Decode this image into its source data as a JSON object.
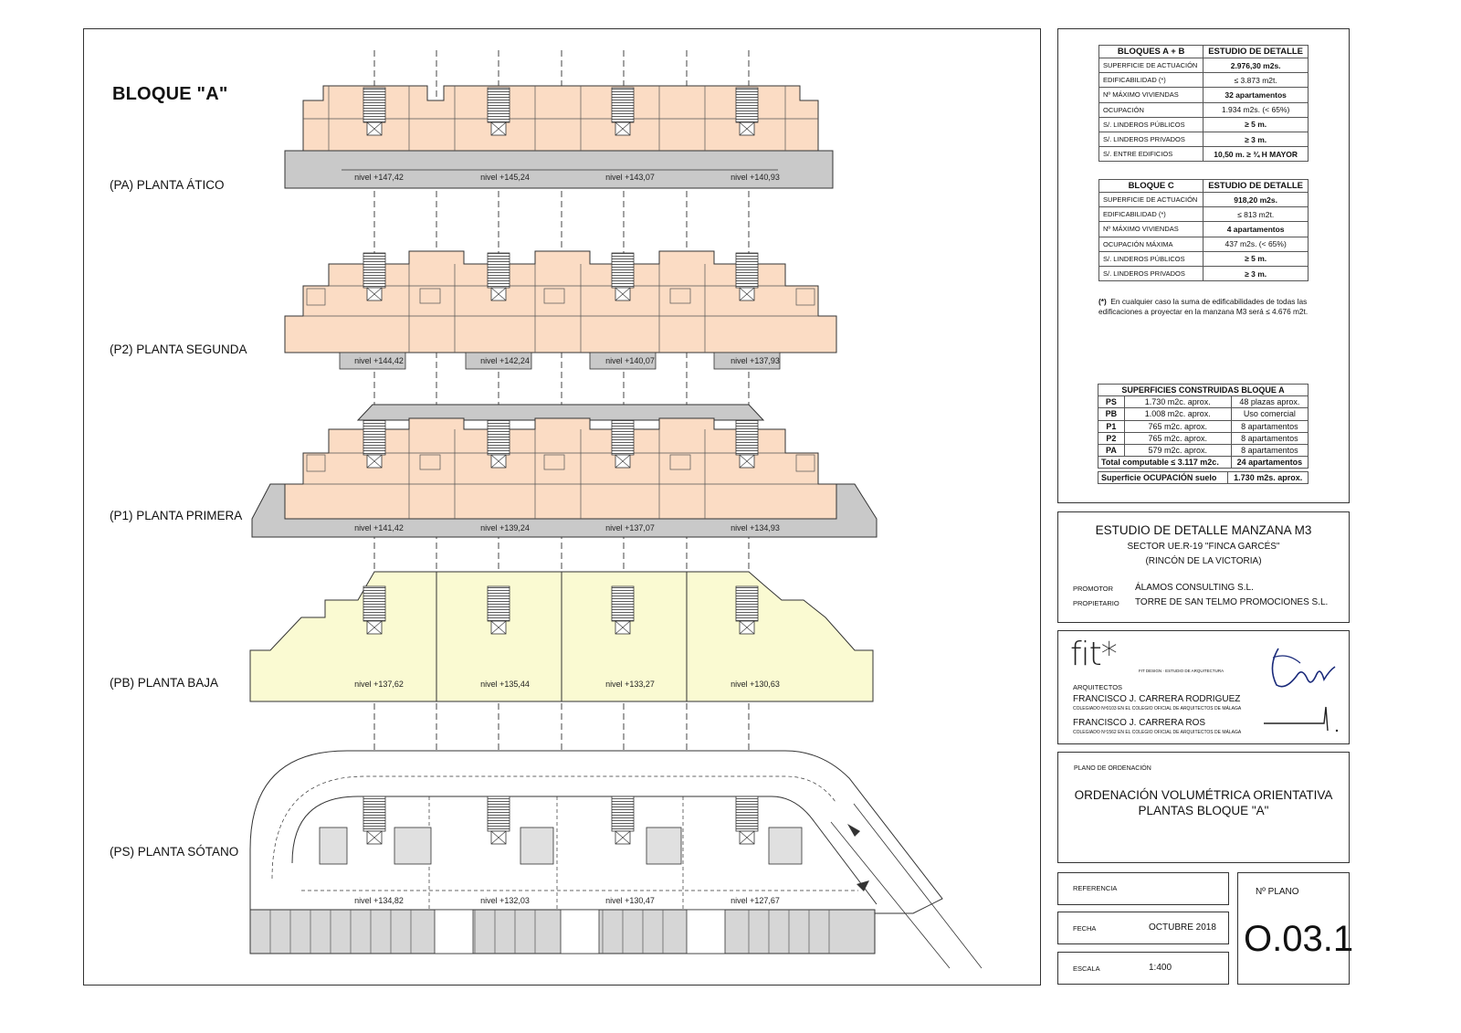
{
  "drawing": {
    "bloque_title": "BLOQUE \"A\"",
    "floors": [
      {
        "label": "(PA) PLANTA ÁTICO",
        "levels": [
          "nivel +147,42",
          "nivel +145,24",
          "nivel +143,07",
          "nivel +140,93"
        ]
      },
      {
        "label": "(P2) PLANTA SEGUNDA",
        "levels": [
          "nivel +144,42",
          "nivel +142,24",
          "nivel +140,07",
          "nivel +137,93"
        ]
      },
      {
        "label": "(P1) PLANTA PRIMERA",
        "levels": [
          "nivel +141,42",
          "nivel +139,24",
          "nivel +137,07",
          "nivel +134,93"
        ]
      },
      {
        "label": "(PB) PLANTA BAJA",
        "levels": [
          "nivel +137,62",
          "nivel +135,44",
          "nivel +133,27",
          "nivel +130,63"
        ]
      },
      {
        "label": "(PS) PLANTA SÓTANO",
        "levels": [
          "nivel +134,82",
          "nivel +132,03",
          "nivel +130,47",
          "nivel +127,67"
        ]
      }
    ],
    "colors": {
      "apartment_fill": "#fbdcc4",
      "retail_fill": "#fafad2",
      "grey_fill": "#c9c9c9",
      "line": "#333333"
    }
  },
  "table_ab": {
    "header": [
      "BLOQUES A + B",
      "ESTUDIO DE DETALLE"
    ],
    "rows": [
      [
        "SUPERFICIE DE ACTUACIÓN",
        "2.976,30 m2s."
      ],
      [
        "EDIFICABILIDAD  (*)",
        "≤ 3.873 m2t."
      ],
      [
        "Nº MÁXIMO VIVIENDAS",
        "32 apartamentos"
      ],
      [
        "OCUPACIÓN",
        "1.934 m2s. (< 65%)"
      ],
      [
        "S/. LINDEROS PÚBLICOS",
        "≥ 5 m."
      ],
      [
        "S/. LINDEROS PRIVADOS",
        "≥ 3 m."
      ],
      [
        "S/. ENTRE EDIFICIOS",
        "10,50 m. ≥ ¾ H MAYOR"
      ]
    ]
  },
  "table_c": {
    "header": [
      "BLOQUE C",
      "ESTUDIO DE DETALLE"
    ],
    "rows": [
      [
        "SUPERFICIE DE ACTUACIÓN",
        "918,20 m2s."
      ],
      [
        "EDIFICABILIDAD (*)",
        "≤ 813 m2t."
      ],
      [
        "Nº MÁXIMO VIVIENDAS",
        "4 apartamentos"
      ],
      [
        "OCUPACIÓN MÁXIMA",
        "437 m2s. (< 65%)"
      ],
      [
        "S/. LINDEROS PÚBLICOS",
        "≥ 5 m."
      ],
      [
        "S/. LINDEROS PRIVADOS",
        "≥ 3 m."
      ]
    ]
  },
  "note": {
    "mark": "(*)",
    "line1": "En cualquier caso la suma de edificabilidades de todas las",
    "line2": "edificaciones a proyectar en la manzana M3 será ≤ 4.676 m2t."
  },
  "superficies": {
    "header": "SUPERFICIES CONSTRUIDAS BLOQUE A",
    "rows": [
      [
        "PS",
        "1.730 m2c. aprox.",
        "48 plazas aprox."
      ],
      [
        "PB",
        "1.008 m2c. aprox.",
        "Uso comercial"
      ],
      [
        "P1",
        "765 m2c. aprox.",
        "8 apartamentos"
      ],
      [
        "P2",
        "765 m2c. aprox.",
        "8 apartamentos"
      ],
      [
        "PA",
        "579 m2c. aprox.",
        "8 apartamentos"
      ]
    ],
    "total_label": "Total computable ≤ 3.117 m2c.",
    "total_value": "24 apartamentos",
    "ocup_label": "Superficie OCUPACIÓN suelo",
    "ocup_value": "1.730 m2s. aprox."
  },
  "project": {
    "title": "ESTUDIO DE DETALLE MANZANA M3",
    "subtitle1": "SECTOR UE.R-19 \"FINCA GARCÉS\"",
    "subtitle2": "(RINCÓN DE LA VICTORIA)",
    "promotor_label": "PROMOTOR",
    "promotor_value": "ÁLAMOS CONSULTING S.L.",
    "propietario_label": "PROPIETARIO",
    "propietario_value": "TORRE DE SAN TELMO PROMOCIONES S.L."
  },
  "architects": {
    "logo": "fit*",
    "firm": "FIT DESIGN · ESTUDIO DE ARQUITECTURA",
    "label": "ARQUITECTOS",
    "arch1": "FRANCISCO J. CARRERA RODRIGUEZ",
    "arch1_col": "COLEGIADO Nº0103 EN EL COLEGIO OFICIAL DE ARQUITECTOS DE MÁLAGA",
    "arch2": "FRANCISCO J. CARRERA ROS",
    "arch2_col": "COLEGIADO Nº1562 EN EL COLEGIO OFICIAL DE ARQUITECTOS DE MÁLAGA"
  },
  "plano": {
    "label": "PLANO DE ORDENACIÓN",
    "title1": "ORDENACIÓN VOLUMÉTRICA ORIENTATIVA",
    "title2": "PLANTAS BLOQUE \"A\""
  },
  "meta": {
    "referencia_label": "REFERENCIA",
    "fecha_label": "FECHA",
    "fecha_value": "OCTUBRE 2018",
    "escala_label": "ESCALA",
    "escala_value": "1:400",
    "nplano_label": "Nº PLANO",
    "nplano_value": "O.03.1"
  }
}
